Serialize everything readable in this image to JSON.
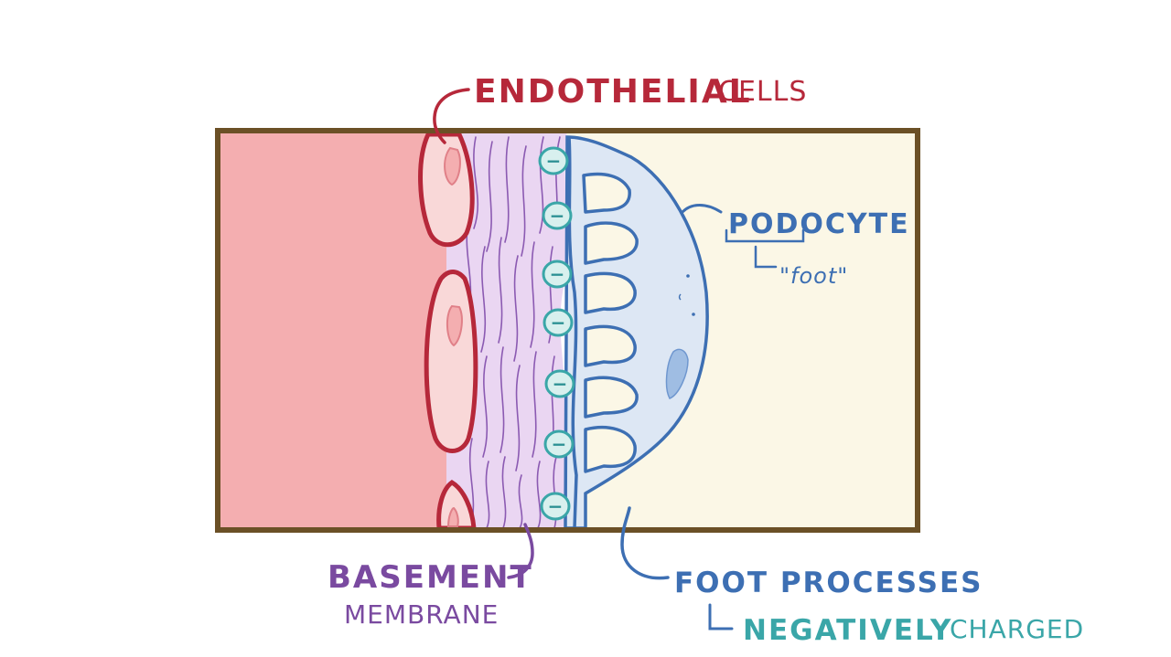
{
  "colors": {
    "frame": "#6b5026",
    "lumen": "#f4aeb0",
    "endothelial": "#b6283a",
    "endothelial_fill": "#f9d8d8",
    "basement": "#7a4aa0",
    "basement_fill": "#ead6f2",
    "podocyte": "#3d6fb3",
    "podocyte_fill": "#dde7f4",
    "urinary_space": "#fbf7e6",
    "charge": "#3aa6a8",
    "charge_fill": "#d8f0ee"
  },
  "labels": {
    "endothelial_bold": "ENDOTHELIAL",
    "endothelial_thin": "CELLS",
    "podocyte": "PODOCYTE",
    "foot_quote": "\"foot\"",
    "basement_1": "BASEMENT",
    "basement_2": "MEMBRANE",
    "foot_processes": "FOOT PROCESSES",
    "negatively": "NEGATIVELY",
    "charged": "CHARGED"
  },
  "charge_symbol": "−",
  "icons": {
    "charge": "negative-charge-icon"
  }
}
